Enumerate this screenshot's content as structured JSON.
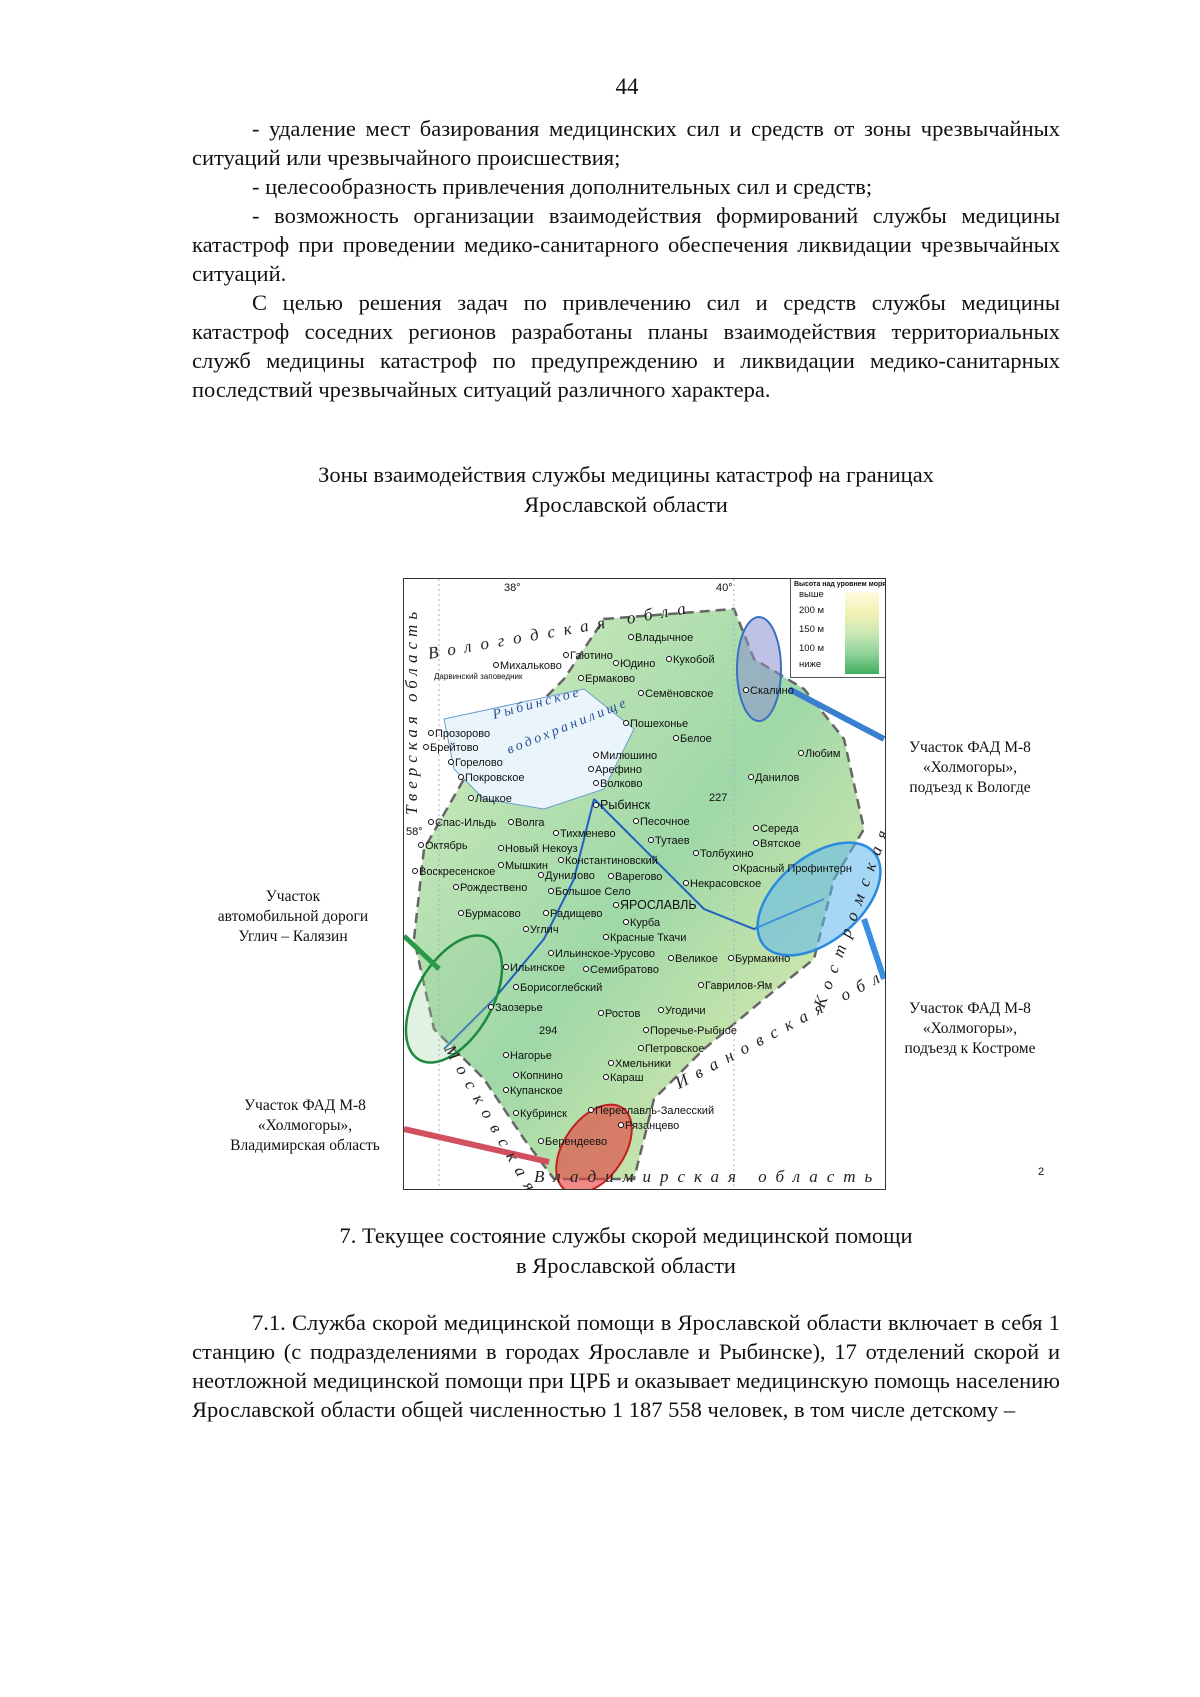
{
  "page_number": "44",
  "paragraphs_top": [
    "- удаление мест базирования медицинских сил и средств от зоны чрезвычайных ситуаций или чрезвычайного происшествия;",
    "- целесообразность привлечения дополнительных сил и средств;",
    "- возможность организации взаимодействия формирований службы медицины катастроф при проведении медико-санитарного обеспечения ликвидации чрезвычайных ситуаций.",
    "С целью решения задач по привлечению сил и средств службы медицины катастроф соседних регионов разработаны планы взаимодействия территориальных служб медицины катастроф по предупреждению и ликвидации медико-санитарных последствий чрезвычайных ситуаций различного характера."
  ],
  "figure": {
    "title_line1": "Зоны взаимодействия службы медицины катастроф на границах",
    "title_line2": "Ярославской области",
    "figure_number": "2",
    "legend": {
      "title": "Высота над уровнем моря",
      "items": [
        "выше",
        "200 м",
        "150 м",
        "100 м",
        "ниже"
      ]
    },
    "zone_colors": {
      "vologda": "#8d8fd0",
      "uglich": "#2a9a4a",
      "kostroma": "#3a9be0",
      "vladimir": "#e03a3a"
    },
    "callouts": {
      "vologda": [
        "Участок ФАД М-8",
        "«Холмогоры»,",
        "подъезд к Вологде"
      ],
      "uglich": [
        "Участок",
        "автомобильной дороги",
        "Углич – Калязин"
      ],
      "kostroma": [
        "Участок ФАД М-8",
        "«Холмогоры»,",
        "подъезд к Костроме"
      ],
      "vladimir": [
        "Участок ФАД М-8",
        "«Холмогоры»,",
        "Владимирская область"
      ]
    },
    "regions": {
      "vologda": "Вологодская обла",
      "tver": "Тверская область",
      "ivanovo": "Ивановская область",
      "vladimir": "Владимирская область",
      "moscow": "Московская обл.",
      "kostroma": "Костромская",
      "reservoir1": "Рыбинское",
      "reservoir2": "водохранилище",
      "reserve": "Дарвинский заповедник"
    },
    "meridians": [
      "38°",
      "40°",
      "58°"
    ],
    "elevations": [
      "227",
      "294"
    ],
    "places": [
      "Владычное",
      "Михальково",
      "Гаютино",
      "Юдино",
      "Кукобой",
      "Ермаково",
      "Семёновское",
      "Скалино",
      "Пошехонье",
      "Белое",
      "Прозорово",
      "Брейтово",
      "Милюшино",
      "Горелово",
      "Арефино",
      "Покровское",
      "Волково",
      "Любим",
      "Данилов",
      "Лацкое",
      "Рыбинск",
      "Песочное",
      "Спас-Ильдь",
      "Волга",
      "Тихменево",
      "Середа",
      "Октябрь",
      "Новый Некоуз",
      "Тутаев",
      "Толбухино",
      "Вятское",
      "Воскресенское",
      "Мышкин",
      "Константиновский",
      "Красный Профинтерн",
      "Дунилово",
      "Варегово",
      "Некрасовское",
      "Рождествено",
      "Большое Село",
      "ЯРОСЛАВЛЬ",
      "Бурмасово",
      "Радищево",
      "Курба",
      "Углич",
      "Красные Ткачи",
      "Ильинское-Урусово",
      "Ильинское",
      "Семибратово",
      "Великое",
      "Бурмакино",
      "Борисоглебский",
      "Гаврилов-Ям",
      "Заозерье",
      "Ростов",
      "Угодичи",
      "Поречье-Рыбное",
      "Петровское",
      "Нагорье",
      "Хмельники",
      "Копнино",
      "Караш",
      "Купанское",
      "Кубринск",
      "Переславль-Залесский",
      "Рязанцево",
      "Берендеево"
    ]
  },
  "section": {
    "title_line1": "7. Текущее состояние службы скорой медицинской помощи",
    "title_line2": "в Ярославской области"
  },
  "paragraph_bottom": "7.1. Служба скорой медицинской помощи в Ярославской области включает в себя 1 станцию (с подразделениями в городах Ярославле и Рыбинске), 17 отделений скорой и неотложной медицинской помощи при ЦРБ и оказывает медицинскую помощь населению Ярославской области общей численностью 1 187 558 человек, в том числе детскому –"
}
